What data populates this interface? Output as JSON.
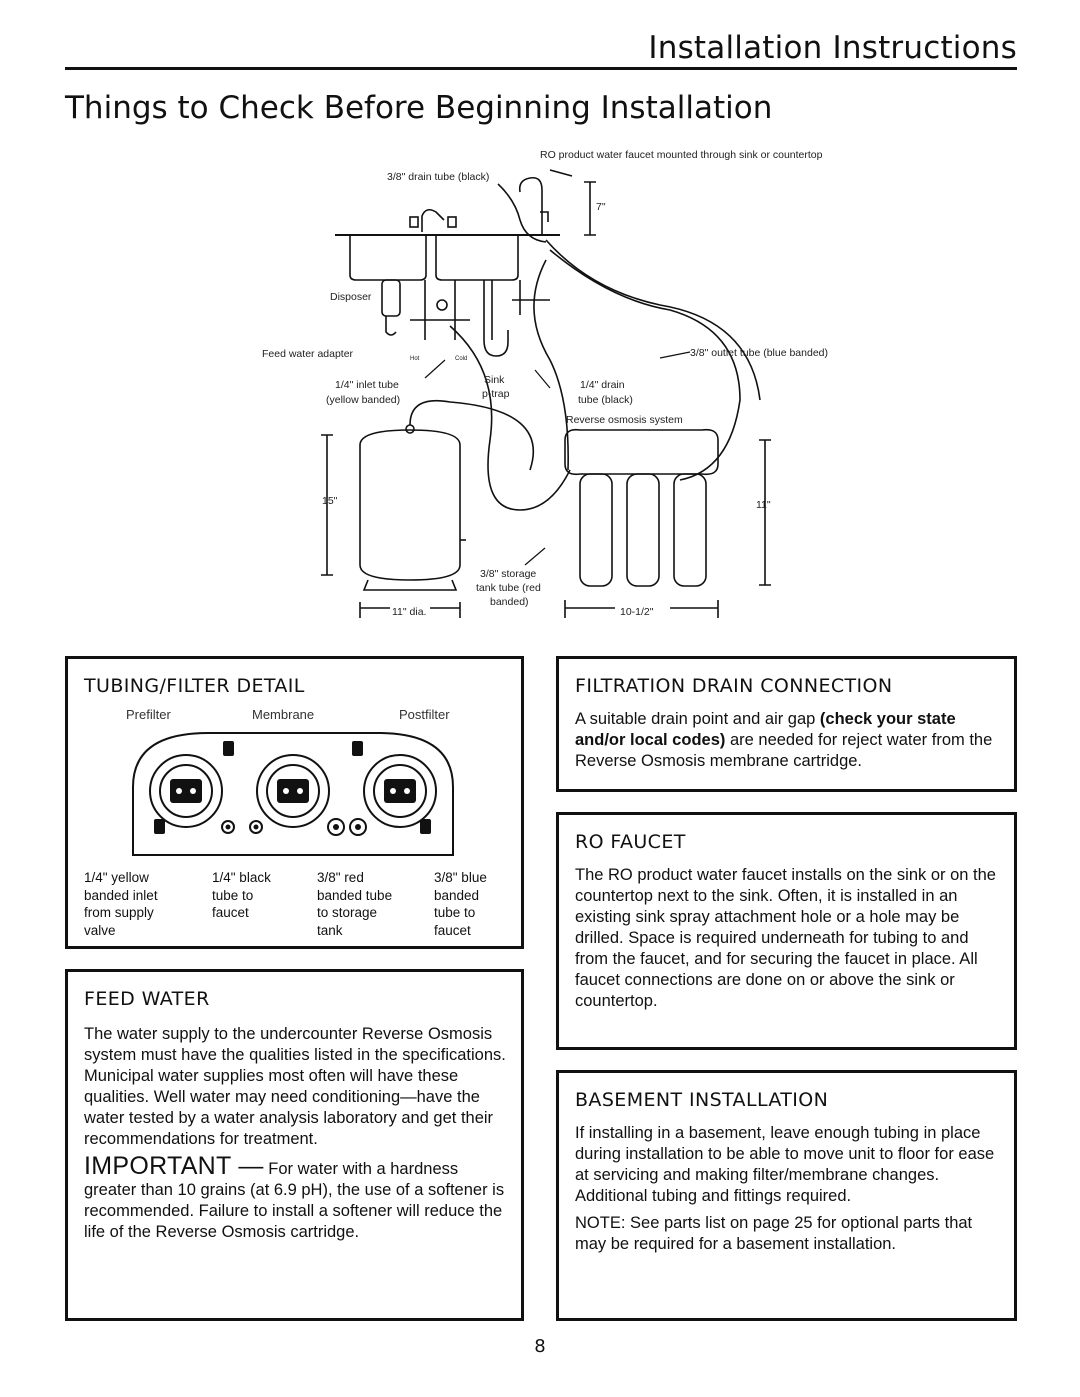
{
  "header": {
    "section_title": "Installation Instructions",
    "page_title": "Things to Check Before Beginning Installation"
  },
  "diagram": {
    "labels": {
      "faucet_note": "RO product water faucet mounted through sink or countertop",
      "drain_tube": "3/8\" drain tube (black)",
      "faucet_height": "7\"",
      "disposer": "Disposer",
      "feed_adapter": "Feed water adapter",
      "hot": "Hot",
      "cold": "Cold",
      "outlet_tube": "3/8\" outlet tube (blue banded)",
      "inlet_tube_1": "1/4\" inlet tube",
      "inlet_tube_2": "(yellow banded)",
      "sink_ptrap_1": "Sink",
      "sink_ptrap_2": "p-trap",
      "drain_14_1": "1/4\" drain",
      "drain_14_2": "tube (black)",
      "ro_system": "Reverse osmosis system",
      "tank_height": "15\"",
      "system_height": "11\"",
      "storage_1": "3/8\" storage",
      "storage_2": "tank tube (red",
      "storage_3": "banded)",
      "tank_dia": "11\" dia.",
      "system_width": "10-1/2\""
    }
  },
  "tubing_box": {
    "heading": "TUBING/FILTER DETAIL",
    "prefilter": "Prefilter",
    "membrane": "Membrane",
    "postfilter": "Postfilter",
    "c1": [
      "1/4\" yellow",
      "banded inlet",
      "from supply",
      "valve"
    ],
    "c2": [
      "1/4\" black",
      "tube to",
      "faucet"
    ],
    "c3": [
      "3/8\" red",
      "banded tube",
      "to storage",
      "tank"
    ],
    "c4": [
      "3/8\" blue",
      "banded",
      "tube to",
      "faucet"
    ]
  },
  "feed_box": {
    "heading": "FEED WATER",
    "body": "The water supply to the undercounter Reverse Osmosis system must have the qualities listed in the specifications. Municipal water supplies most often will have these qualities. Well water may need conditioning—have the water tested by a water analysis laboratory and get their recommendations for treatment.",
    "important_word": "IMPORTANT —",
    "important_text": " For water with a hardness greater than 10 grains (at 6.9 pH), the use of a softener is recommended. Failure to install a softener will reduce the life of the Reverse Osmosis cartridge."
  },
  "drain_box": {
    "heading": "FILTRATION DRAIN CONNECTION",
    "body_1": "A suitable drain point and air gap ",
    "body_bold": "(check your state and/or local codes)",
    "body_2": " are needed for reject water from the Reverse Osmosis membrane cartridge."
  },
  "ro_box": {
    "heading": "RO FAUCET",
    "body": "The RO product water faucet installs on the sink or on the countertop next to the sink. Often, it is installed in an existing sink spray attachment hole or a hole may be drilled. Space is required underneath for tubing to and from the faucet, and for securing the faucet in place. All faucet connections are done on or above the sink or countertop."
  },
  "basement_box": {
    "heading": "BASEMENT INSTALLATION",
    "body": "If installing in a basement, leave enough tubing in place during installation to be able to move unit to floor for ease at servicing and making filter/membrane changes. Additional tubing and fittings required.",
    "note_label": "NOTE:",
    "note_text": " See parts list on page 25 for optional parts that may be required for a basement installation."
  },
  "page_number": "8"
}
